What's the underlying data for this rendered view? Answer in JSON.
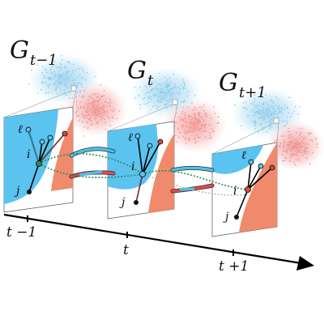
{
  "graphs": [
    {
      "symbol": "G",
      "subscript": "t−1"
    },
    {
      "symbol": "G",
      "subscript": "t"
    },
    {
      "symbol": "G",
      "subscript": "t+1"
    }
  ],
  "node_labels": {
    "i": "i",
    "j": "j",
    "l": "ℓ"
  },
  "time_axis": {
    "ticks": [
      "t −1",
      "t",
      "t +1"
    ]
  },
  "colors": {
    "blue_region": "#5bc3ef",
    "red_region": "#ef8a6c",
    "blue_cloud": "#a9d9ef",
    "red_cloud": "#f2a7a7",
    "blue_node": "#59c3ea",
    "red_node": "#d84a3a",
    "link_green": "#2e8b57",
    "axis": "#000000"
  }
}
